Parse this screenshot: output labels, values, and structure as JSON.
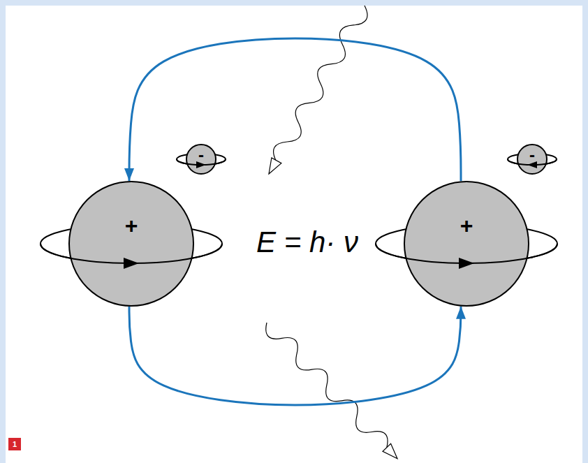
{
  "diagram": {
    "nodes": [
      {
        "text": [
          "+"
        ]
      },
      {
        "text": [
          "-"
        ]
      },
      {
        "text": [
          "+"
        ]
      },
      {
        "text": [
          "-"
        ]
      },
      {
        "text": [
          "1"
        ]
      }
    ],
    "edges": [
      {
        "from": 2,
        "to": 0,
        "arrow": "to"
      },
      {
        "from": 0,
        "to": 2,
        "arrow": "to"
      }
    ],
    "labels": [
      "E = h· ν"
    ]
  }
}
